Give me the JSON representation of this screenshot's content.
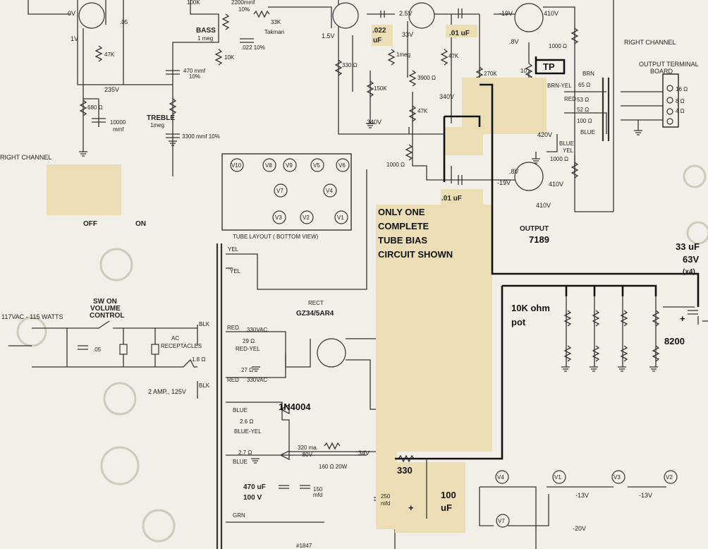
{
  "notes": {
    "left_text": [
      "ONLY ONE",
      "COMPLETE",
      "TUBE BIAS",
      "CIRCUIT SHOWN"
    ],
    "pot_label": [
      "10K ohm",
      "pot"
    ],
    "cap_value": [
      "33 uF",
      "63V",
      "(x4)"
    ],
    "resistor_8200": "8200",
    "resistor_330": "330",
    "cap_100": [
      "100",
      "uF"
    ],
    "diode": "1N4004",
    "cap_470": [
      "470 uF",
      "100 V"
    ],
    "c49": ".01 uF",
    "c50": ".01 uF",
    "c_022": [
      ".022",
      "uF"
    ],
    "tp": "TP",
    "takman": "Takman",
    "plus": "+"
  },
  "labels": {
    "right_channel_left": "RIGHT CHANNEL",
    "right_channel_right": "RIGHT CHANNEL",
    "output_terminal": [
      "OUTPUT TERMINAL",
      "BOARD"
    ],
    "tube_layout": "TUBE LAYOUT ( BOTTOM VIEW)",
    "output_tube": "OUTPUT",
    "output_tube_type": "7189",
    "rect": "RECT",
    "rect_type": "GZ34/5AR4",
    "sw": [
      "SW ON",
      "VOLUME",
      "CONTROL"
    ],
    "mains": "117VAC - 115 WATTS",
    "ac_rec": [
      "AC",
      "RECEPTACLES"
    ],
    "fuse": "2 AMP., 125V",
    "bass": "BASS",
    "bass_val": "1 meg",
    "treble": "TREBLE",
    "treble_val": "1meg",
    "off": "OFF",
    "on": "ON",
    "c43": "470 mmf",
    "c43b": "10%",
    "c44": "3300 mmf 10%",
    "c46": ".022 10%",
    "c40": [
      "10000",
      "mmf"
    ],
    "r5_top": "2200mmf",
    "r5_top2": "10%",
    "r65": "33K",
    "v235": "235V",
    "v340a": "340V",
    "v340b": "340V",
    "v420": "420V",
    "v410a": "410V",
    "v410b": "410V",
    "v410c": "410V",
    "v19a": "-19V",
    "v19b": "-19V",
    "v25": "2.5V",
    "v33": "33V",
    "v15": "1.5V",
    "v8a": ".8V",
    "v8b": ".8V",
    "v13a": "-13V",
    "v13b": "-13V",
    "v20": "-20V",
    "v34": "34V",
    "v0": "0V",
    "v1": "1V",
    "ma320": [
      "320 ma.",
      "-80V"
    ],
    "r84": "160 Ω 20W",
    "c3": [
      "150",
      "mfd"
    ],
    "c4": [
      "250",
      "mfd"
    ],
    "ohm_val": [
      "29 Ω",
      "27 Ω",
      "1.8 Ω",
      "2.6 Ω",
      "2.7 Ω"
    ],
    "xfmr_wires": [
      "YEL",
      "YEL",
      "RED",
      "RED-YEL",
      "RED",
      "BLK",
      "BLK",
      "BLUE",
      "BLUE-YEL",
      "BLUE",
      "GRN"
    ],
    "vac330a": "330VAC",
    "vac330b": "330VAC",
    "out_taps": [
      "16 Ω",
      "8 Ω",
      "4 Ω"
    ],
    "t3_wires": [
      "BRN",
      "BRN-YEL",
      "RED",
      "BLUE",
      "BLUE",
      "YEL"
    ],
    "t3_ohms": [
      "65 Ω",
      "53 Ω",
      "52 Ω",
      "100 Ω"
    ],
    "lamp": "#1847",
    "c51": ".05",
    "c42": ".05",
    "r_vals": {
      "R61": "47K",
      "R62": "680 Ω",
      "R64": "10K",
      "R5": "100K",
      "R67": "330 Ω",
      "R66": "150K",
      "R69": "1meg",
      "R70": "47K",
      "R71": "3900 Ω",
      "R72": "47K",
      "R68": "1000 Ω",
      "R73": "270K",
      "R74": "1000 Ω",
      "R76": "1000 Ω",
      "R10": "10"
    },
    "tubes": [
      "V10",
      "V8",
      "V9",
      "V5",
      "V6",
      "V7",
      "V4",
      "V3",
      "V2",
      "V1"
    ],
    "filaments": [
      "V4",
      "V1",
      "V3",
      "V2",
      "V7"
    ]
  }
}
